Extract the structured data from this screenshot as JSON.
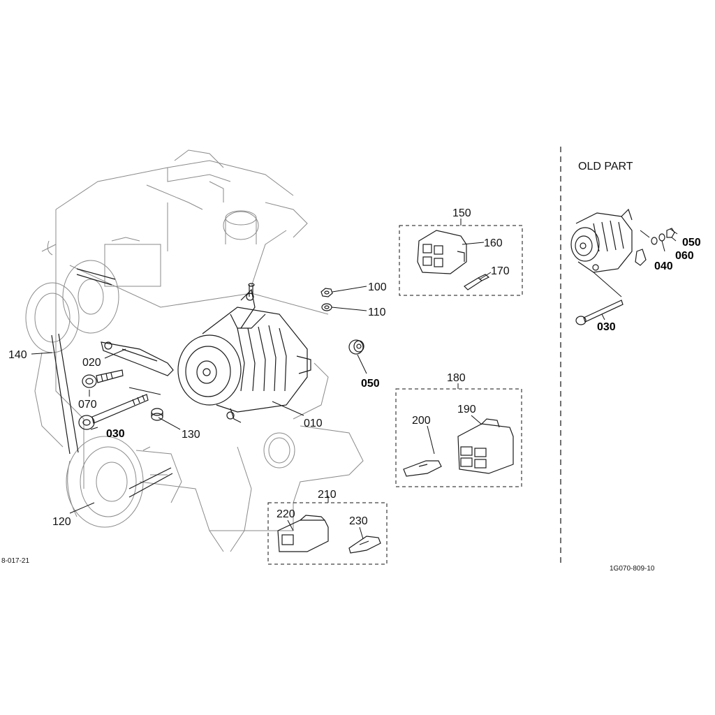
{
  "diagram": {
    "old_part_title": "OLD PART",
    "ref_left": "8-017-21",
    "ref_right": "1G070-809-10",
    "callouts": {
      "c010": "010",
      "c020": "020",
      "c030": "030",
      "c050": "050",
      "c070": "070",
      "c100": "100",
      "c110": "110",
      "c120": "120",
      "c130": "130",
      "c140": "140",
      "c150": "150",
      "c160": "160",
      "c170": "170",
      "c180": "180",
      "c190": "190",
      "c200": "200",
      "c210": "210",
      "c220": "220",
      "c230": "230"
    },
    "old_callouts": {
      "c030": "030",
      "c040": "040",
      "c050": "050",
      "c060": "060"
    }
  }
}
